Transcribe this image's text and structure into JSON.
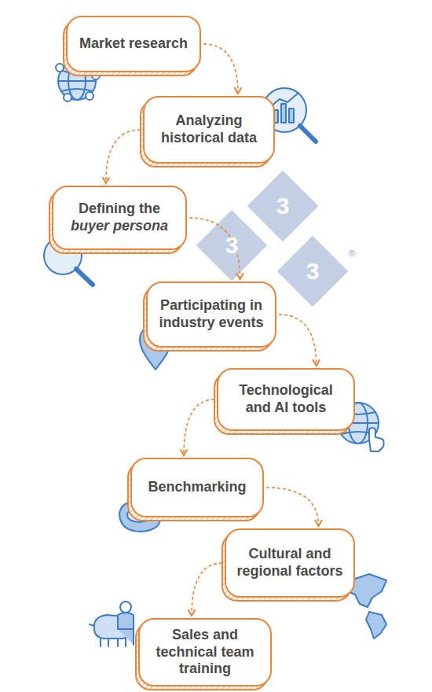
{
  "diagram": {
    "nodes": [
      {
        "text": [
          "Market research"
        ]
      },
      {
        "text": [
          "Analyzing historical data"
        ]
      },
      {
        "text": [
          "Defining the buyer persona"
        ]
      },
      {
        "text": [
          "Participating in industry events"
        ]
      },
      {
        "text": [
          "Technological and AI tools"
        ]
      },
      {
        "text": [
          "Benchmarking"
        ]
      },
      {
        "text": [
          "Cultural and regional factors"
        ]
      },
      {
        "text": [
          "Sales and technical team training"
        ]
      }
    ],
    "edges": [
      {
        "from": 0,
        "to": 1,
        "arrow": "to"
      },
      {
        "from": 1,
        "to": 2,
        "arrow": "to"
      },
      {
        "from": 2,
        "to": 3,
        "arrow": "to"
      },
      {
        "from": 3,
        "to": 4,
        "arrow": "to"
      },
      {
        "from": 4,
        "to": 5,
        "arrow": "to"
      },
      {
        "from": 5,
        "to": 6,
        "arrow": "to"
      },
      {
        "from": 6,
        "to": 7,
        "arrow": "to"
      }
    ],
    "labels": [
      "3",
      "3",
      "3",
      "®"
    ]
  }
}
